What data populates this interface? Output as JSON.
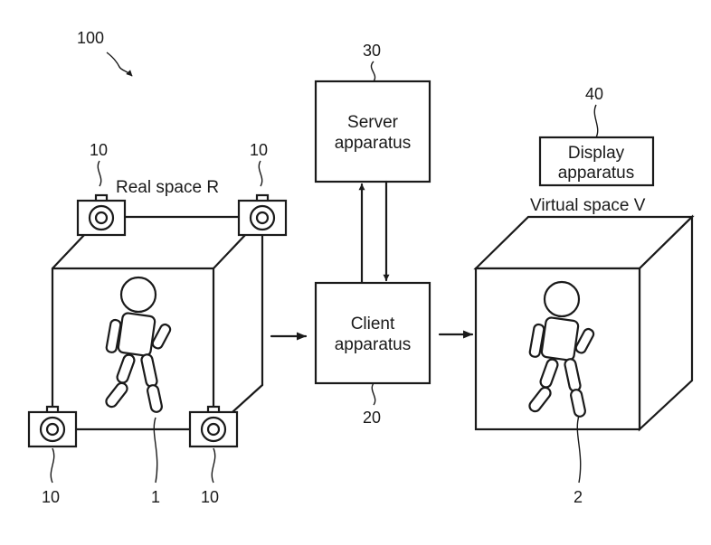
{
  "figure": {
    "ref_number": "100",
    "real_space": {
      "label": "Real space R",
      "camera_ref": "10",
      "person_ref": "1"
    },
    "server": {
      "ref": "30",
      "line1": "Server",
      "line2": "apparatus"
    },
    "client": {
      "ref": "20",
      "line1": "Client",
      "line2": "apparatus"
    },
    "display": {
      "ref": "40",
      "line1": "Display",
      "line2": "apparatus"
    },
    "virtual_space": {
      "label": "Virtual space V",
      "avatar_ref": "2"
    }
  }
}
